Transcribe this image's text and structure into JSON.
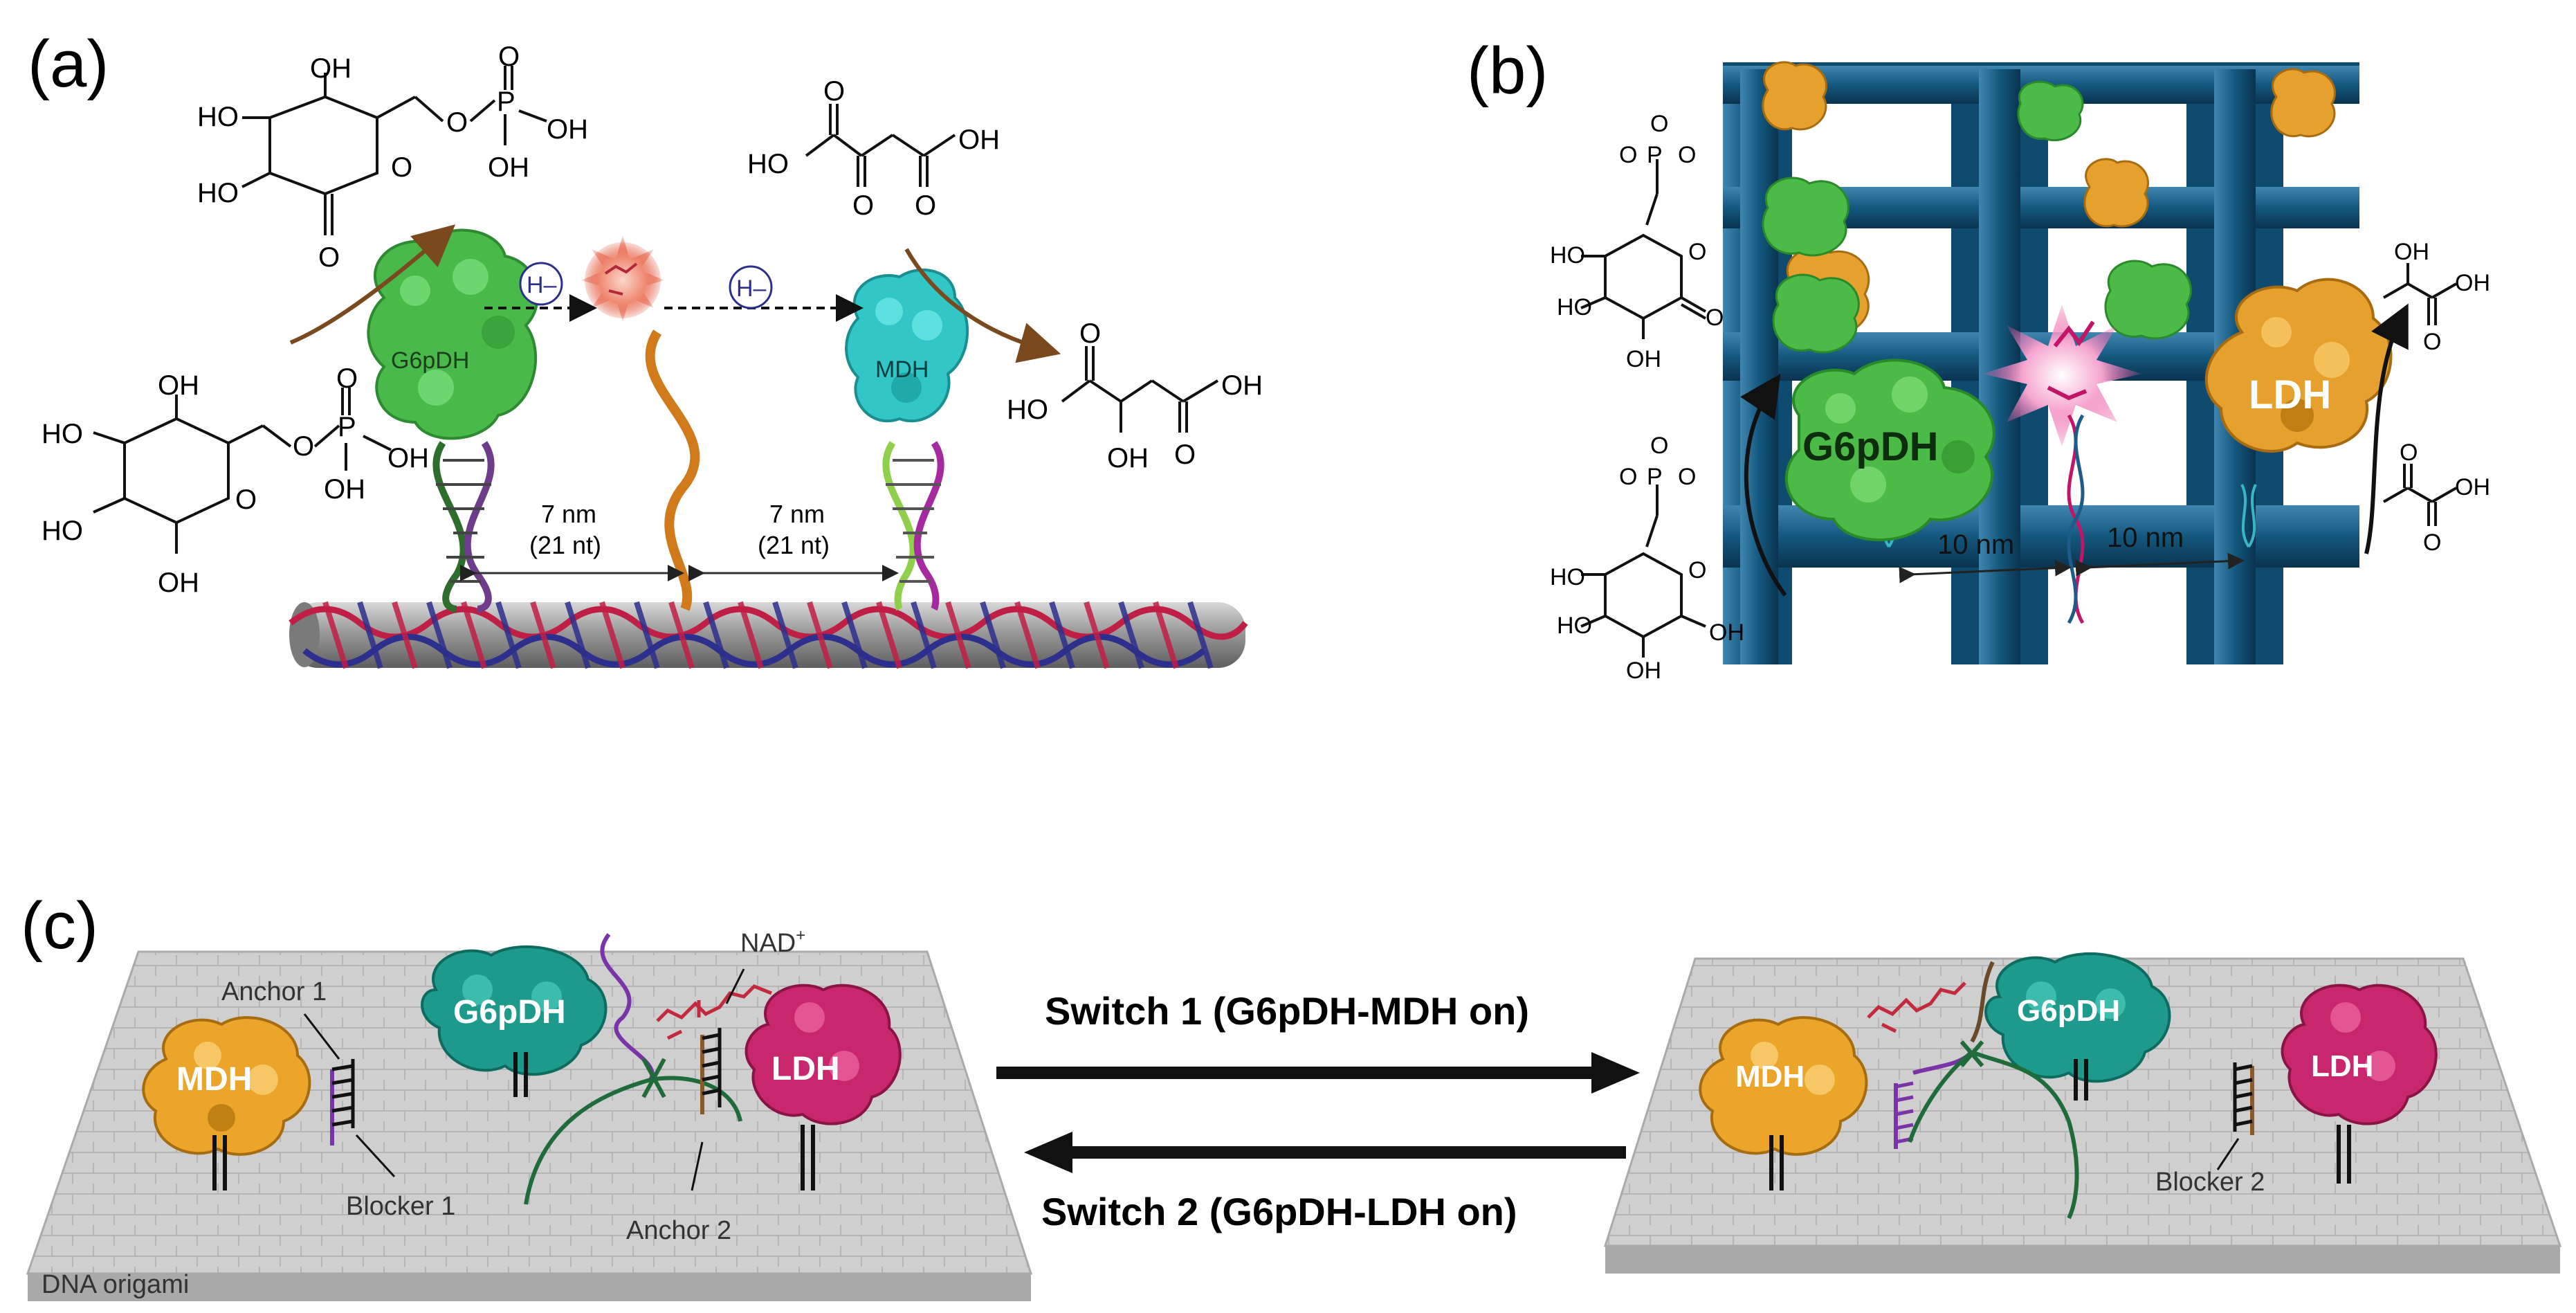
{
  "panels": {
    "a": {
      "letter": "(a)",
      "chem": {
        "prod1": {
          "oh_top": "OH",
          "ho_left": "HO",
          "ho_bottom": "HO",
          "o_ring": "O",
          "o_keto": "O",
          "o_ester": "O",
          "p": "P",
          "o_p_top": "O",
          "oh_p1": "OH",
          "oh_p2": "OH"
        },
        "sub1": {
          "oh_top": "OH",
          "ho_left": "HO",
          "ho_bottom": "HO",
          "oh_bottom": "OH",
          "o_ring": "O",
          "o_ester": "O",
          "p": "P",
          "o_p_top": "O",
          "oh_p1": "OH",
          "oh_p2": "OH"
        },
        "oxaloacetate": {
          "ho": "HO",
          "oh": "OH",
          "o_left": "O",
          "o_mid": "O",
          "o_right": "O"
        },
        "malate": {
          "ho": "HO",
          "oh_right": "OH",
          "oh_bottom": "OH",
          "o_left": "O",
          "o_right": "O"
        }
      },
      "enzyme_left": "G6pDH",
      "enzyme_right": "MDH",
      "hydride": "H–",
      "dist_left": {
        "a": "7 nm",
        "b": "(21 nt)"
      },
      "dist_right": {
        "a": "7 nm",
        "b": "(21 nt)"
      }
    },
    "b": {
      "letter": "(b)",
      "enzyme_left": "G6pDH",
      "enzyme_right": "LDH",
      "dist_left": "10 nm",
      "dist_right": "10 nm",
      "chem": {
        "top_left": {
          "o1": "O",
          "o2": "O",
          "o3": "O",
          "p": "P",
          "ho1": "HO",
          "ho2": "HO",
          "oh": "OH",
          "o_ring": "O",
          "o_keto": "O"
        },
        "bottom_left": {
          "o1": "O",
          "o2": "O",
          "o3": "O",
          "p": "P",
          "ho1": "HO",
          "ho2": "HO",
          "oh1": "OH",
          "oh2": "OH",
          "o_ring": "O"
        },
        "lactate": {
          "oh_top": "OH",
          "oh_right": "OH",
          "o": "O"
        },
        "pyruvate": {
          "o_top": "O",
          "oh": "OH",
          "o_bottom": "O"
        }
      }
    },
    "c": {
      "letter": "(c)",
      "nad": "NAD",
      "nad_sup": "+",
      "left": {
        "anchor1": "Anchor 1",
        "blocker1": "Blocker 1",
        "anchor2": "Anchor 2",
        "mdh": "MDH",
        "g6pdh": "G6pDH",
        "ldh": "LDH",
        "origami": "DNA origami"
      },
      "right": {
        "mdh": "MDH",
        "g6pdh": "G6pDH",
        "ldh": "LDH",
        "blocker2": "Blocker 2"
      },
      "switch1": "Switch 1 (G6pDH-MDH on)",
      "switch2": "Switch 2 (G6pDH-LDH on)"
    }
  },
  "colors": {
    "g6pdh_green": "#49b94a",
    "mdh_cyan": "#32c6c6",
    "ldh_orange": "#e5a02e",
    "ldh_magenta": "#c8276e",
    "g6pdh_teal": "#1e9a8c",
    "mdh_gold": "#eaa52a",
    "lattice_blue": "#14587e",
    "helix_red": "#c01f45",
    "helix_blue": "#2d2f8c",
    "origami_gray": "#c9c9c9"
  }
}
